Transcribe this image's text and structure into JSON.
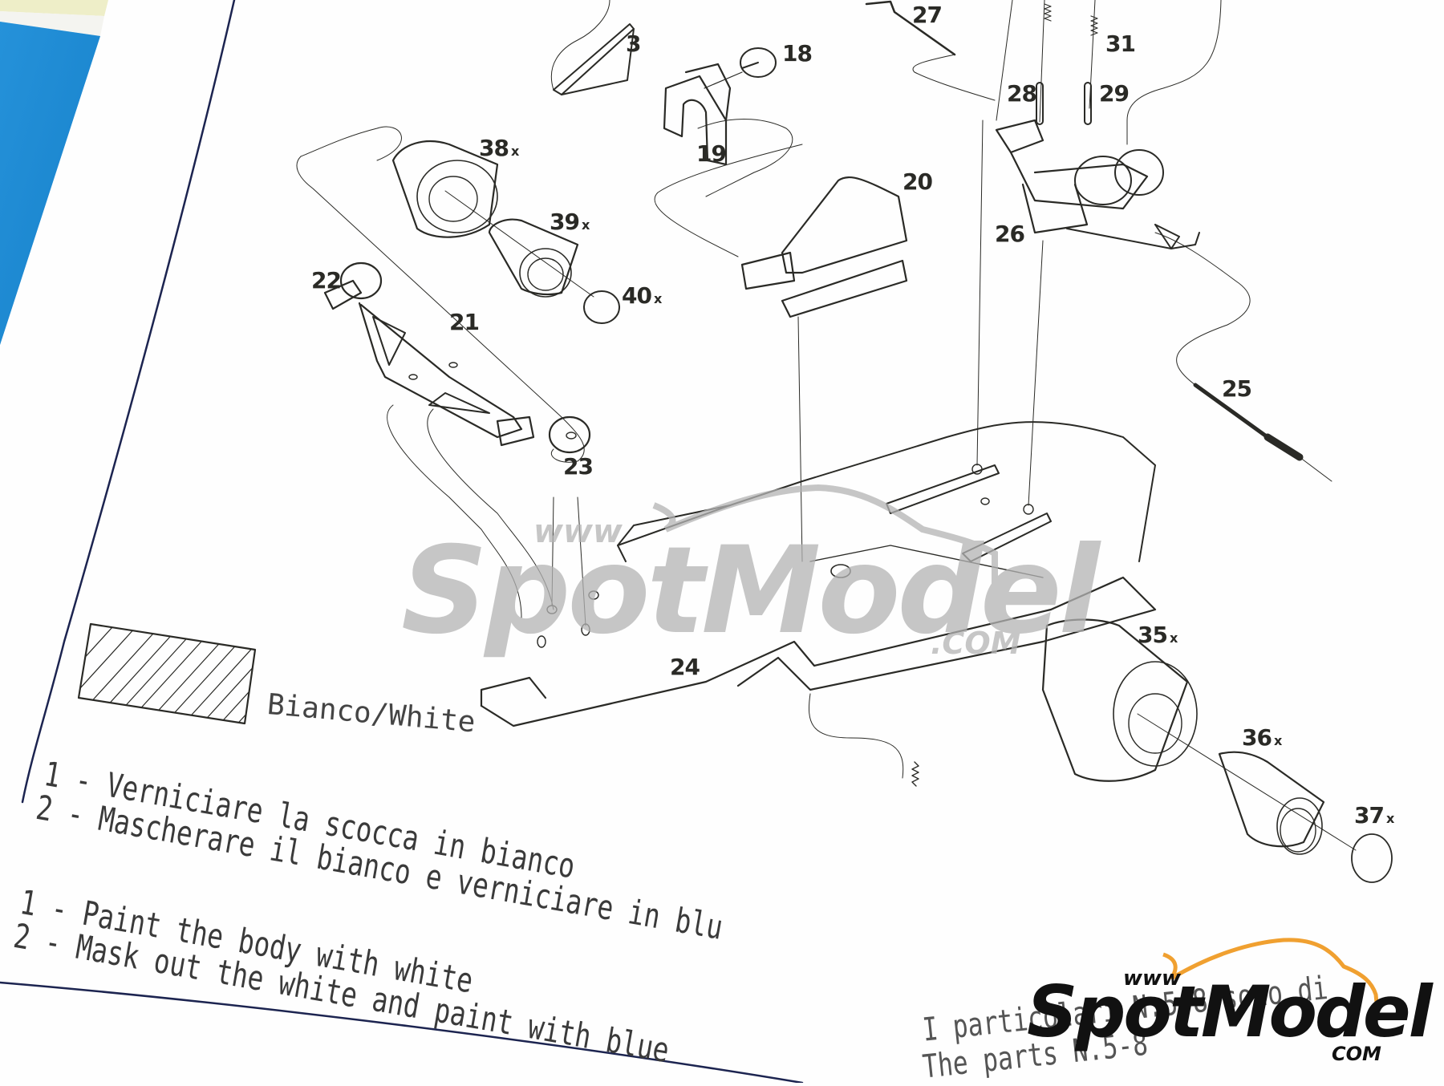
{
  "document": {
    "type": "model kit assembly instruction sheet (photographed)",
    "colors": {
      "paper": "#fefefe",
      "line_ink": "#2a2a26",
      "blue_panel": "#1a8ad4",
      "cream_strip": "#eeeec8",
      "watermark_gray": "#b4b4b4",
      "logo_black": "#111111",
      "logo_orange": "#f0a030"
    }
  },
  "parts": [
    {
      "num": "3",
      "qty": ""
    },
    {
      "num": "18",
      "qty": ""
    },
    {
      "num": "19",
      "qty": ""
    },
    {
      "num": "20",
      "qty": ""
    },
    {
      "num": "21",
      "qty": ""
    },
    {
      "num": "22",
      "qty": ""
    },
    {
      "num": "23",
      "qty": ""
    },
    {
      "num": "24",
      "qty": ""
    },
    {
      "num": "25",
      "qty": ""
    },
    {
      "num": "26",
      "qty": ""
    },
    {
      "num": "27",
      "qty": ""
    },
    {
      "num": "28",
      "qty": ""
    },
    {
      "num": "29",
      "qty": ""
    },
    {
      "num": "31",
      "qty": ""
    },
    {
      "num": "35",
      "qty": "x"
    },
    {
      "num": "36",
      "qty": "x"
    },
    {
      "num": "37",
      "qty": "x"
    },
    {
      "num": "38",
      "qty": "x"
    },
    {
      "num": "39",
      "qty": "x"
    },
    {
      "num": "40",
      "qty": "x"
    }
  ],
  "legend": {
    "swatch": "hatched",
    "label": "Bianco/White"
  },
  "instructions": {
    "italian": [
      "1 - Verniciare la scocca in bianco",
      "2 - Mascherare il bianco e verniciare in blu"
    ],
    "english": [
      "1 - Paint the body with white",
      "2 - Mask out the white and paint with blue"
    ]
  },
  "note": {
    "line1": "I particolari N.5-8 sono di",
    "line2": "The parts N.5-8"
  },
  "watermark": {
    "www": "www",
    "name": "SpotModel",
    "com": ".COM"
  },
  "logo": {
    "www": "www",
    "name": "SpotModel",
    "com": "COM"
  }
}
